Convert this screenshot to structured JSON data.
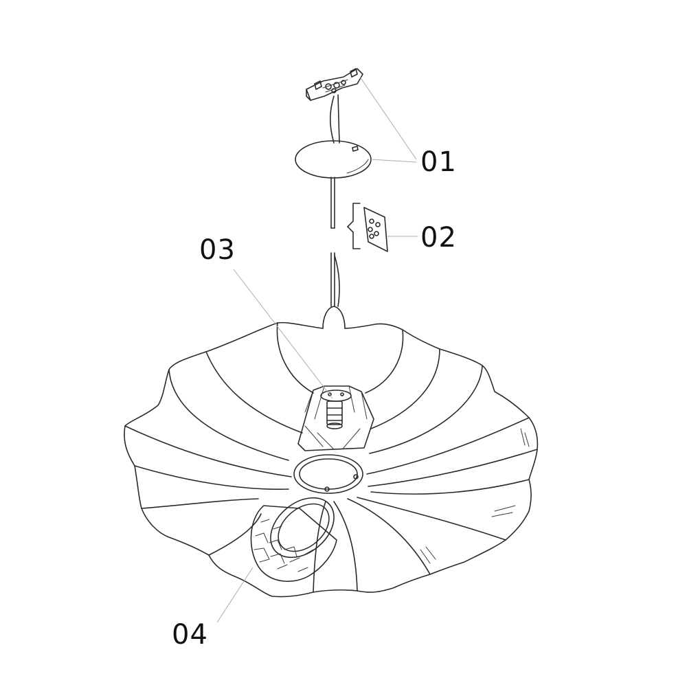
{
  "callouts": [
    {
      "id": "01",
      "label": "01"
    },
    {
      "id": "02",
      "label": "02"
    },
    {
      "id": "03",
      "label": "03"
    },
    {
      "id": "04",
      "label": "04"
    }
  ],
  "colors": {
    "line": "#2a2a2a",
    "leader": "#b8a8a0",
    "background": "#ffffff"
  }
}
